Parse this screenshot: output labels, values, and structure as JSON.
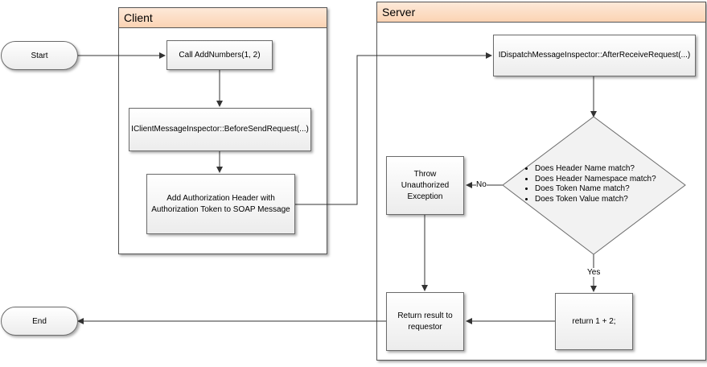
{
  "client": {
    "title": "Client"
  },
  "server": {
    "title": "Server"
  },
  "nodes": {
    "start": "Start",
    "end": "End",
    "call": "Call AddNumbers(1, 2)",
    "before_send": "IClientMessageInspector::BeforeSendRequest(...)",
    "add_header": "Add Authorization Header with Authorization Token to SOAP Message",
    "after_receive": "IDispatchMessageInspector::AfterReceiveRequest(...)",
    "throw": "Throw Unauthorized Exception",
    "return_result": "Return result to requestor",
    "compute": "return 1 + 2;"
  },
  "decision": {
    "items": [
      "Does Header Name match?",
      "Does Header Namespace match?",
      "Does Token Name match?",
      "Does Token Value match?"
    ],
    "no_label": "No",
    "yes_label": "Yes"
  },
  "colors": {
    "header_fill": "#fbd3b3",
    "line": "#333333"
  }
}
